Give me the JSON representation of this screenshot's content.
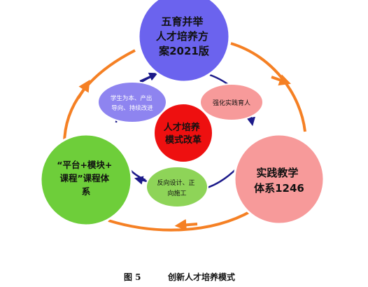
{
  "header_fragment": "· · · · · · · · · ·",
  "nodes": {
    "top": {
      "lines": [
        "五育并举",
        "人才培养方",
        "案2021版"
      ],
      "fill": "#6b63ee"
    },
    "right": {
      "lines": [
        "实践教学",
        "体系1246"
      ],
      "fill": "#f79a9a"
    },
    "left": {
      "lines": [
        "“平台+模块+",
        "课程”课程体",
        "系"
      ],
      "fill": "#6ece3a"
    },
    "center": {
      "lines": [
        "人才培养",
        "模式改革"
      ],
      "fill": "#ee1010"
    }
  },
  "inner_nodes": {
    "upper_left": {
      "lines": [
        "学生为本、产出",
        "导向、持续改进"
      ],
      "fill": "#8e84f0"
    },
    "upper_right": {
      "lines": [
        "强化实践育人"
      ],
      "fill": "#f79a9a"
    },
    "lower_center": {
      "lines": [
        "反向设计、正",
        "向施工"
      ],
      "fill": "#8ed458"
    }
  },
  "colors": {
    "outer_ring": "#f58024",
    "inner_ring": "#1c1a8a",
    "node_stroke": "#ffffff"
  },
  "caption": {
    "figure": "图 5",
    "title": "创新人才培养模式"
  }
}
